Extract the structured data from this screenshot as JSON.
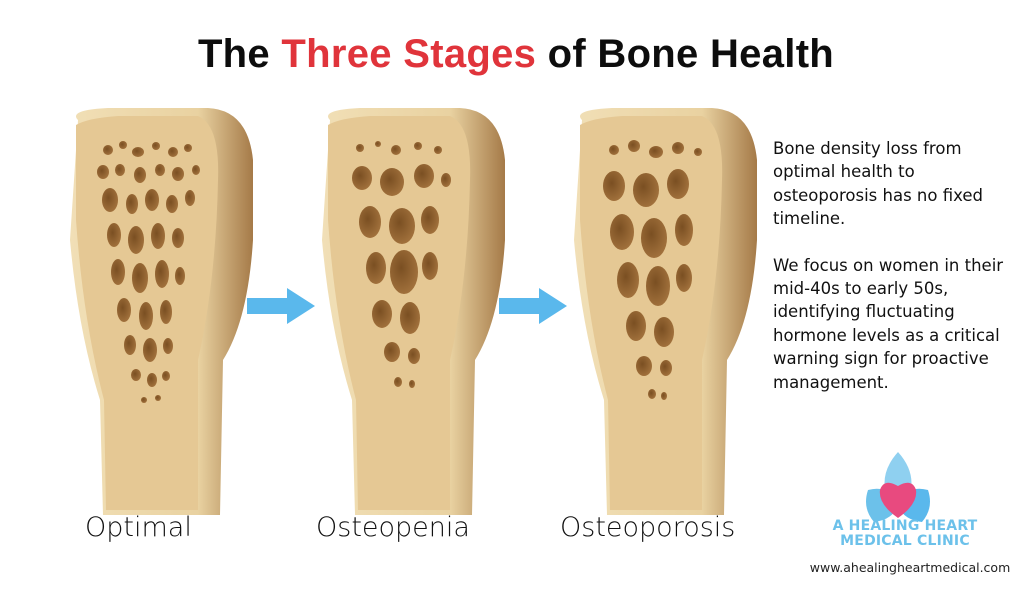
{
  "title": {
    "prefix": "The ",
    "highlight": "Three Stages",
    "suffix": " of Bone Health",
    "highlight_color": "#e0343b"
  },
  "stages": [
    {
      "label": "Optimal",
      "density": "high"
    },
    {
      "label": "Osteopenia",
      "density": "medium"
    },
    {
      "label": "Osteoporosis",
      "density": "low"
    }
  ],
  "arrows": {
    "color": "#5ab8ec",
    "icon": "arrow-right-icon"
  },
  "description": {
    "paragraph1": "Bone density loss from optimal health to osteoporosis has no fixed timeline.",
    "paragraph2": "We focus on women in their mid-40s to early 50s, identifying fluctuating hormone levels as a critical warning sign for proactive management."
  },
  "brand": {
    "line1": "A HEALING HEART",
    "line2": "MEDICAL CLINIC",
    "url": "www.ahealingheartmedical.com",
    "primary_color": "#6cc1ea",
    "heart_color": "#e84a7f"
  }
}
